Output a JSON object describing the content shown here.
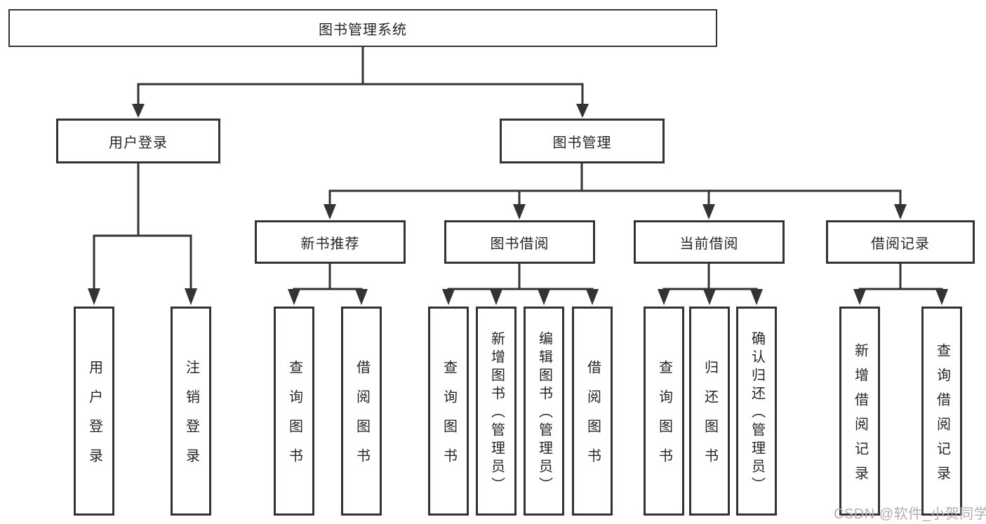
{
  "tree": {
    "root": "图书管理系统",
    "branches": [
      {
        "label": "用户登录",
        "leaves": [
          "用户登录",
          "注销登录"
        ]
      },
      {
        "label": "图书管理",
        "groups": [
          {
            "label": "新书推荐",
            "leaves": [
              "查询图书",
              "借阅图书"
            ]
          },
          {
            "label": "图书借阅",
            "leaves": [
              "查询图书",
              "新增图书（管理员）",
              "编辑图书（管理员）",
              "借阅图书"
            ]
          },
          {
            "label": "当前借阅",
            "leaves": [
              "查询图书",
              "归还图书",
              "确认归还（管理员）"
            ]
          },
          {
            "label": "借阅记录",
            "leaves": [
              "新增借阅记录",
              "查询借阅记录"
            ]
          }
        ]
      }
    ]
  },
  "watermark": {
    "text": "CSDN @软件_小贺同学"
  },
  "colors": {
    "line": "#333333",
    "text": "#262626",
    "background": "#ffffff",
    "watermark": "#b0b0b0"
  }
}
